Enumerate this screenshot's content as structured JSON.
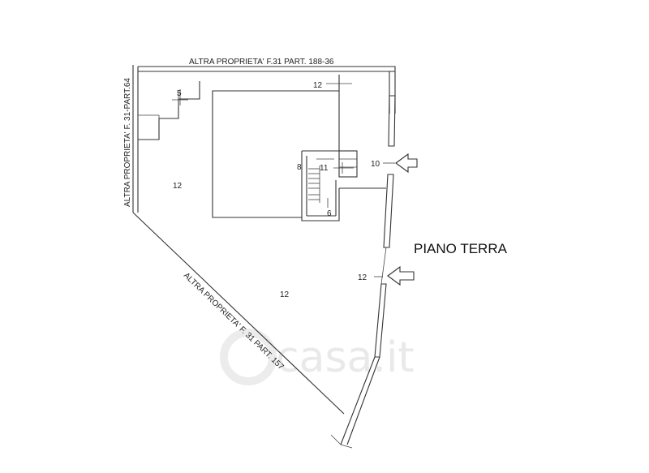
{
  "title": "PIANO TERRA",
  "boundaries": {
    "top": "ALTRA PROPRIETA' F.31 PART. 188-36",
    "left": "ALTRA PROPRIETA'  F. 31-PART.64",
    "diagonal": "ALTRA PROPRIETA' F. 31 PART. 157"
  },
  "room_numbers": {
    "r5": "5",
    "r12_top": "12",
    "r12_left": "12",
    "r12_center": "12",
    "r8": "8",
    "r11": "11",
    "r6": "6",
    "r10": "10",
    "r12_entrance": "12"
  },
  "watermark": "casa.it",
  "icons": [
    "entrance-arrow-icon",
    "entrance-arrow-icon"
  ]
}
